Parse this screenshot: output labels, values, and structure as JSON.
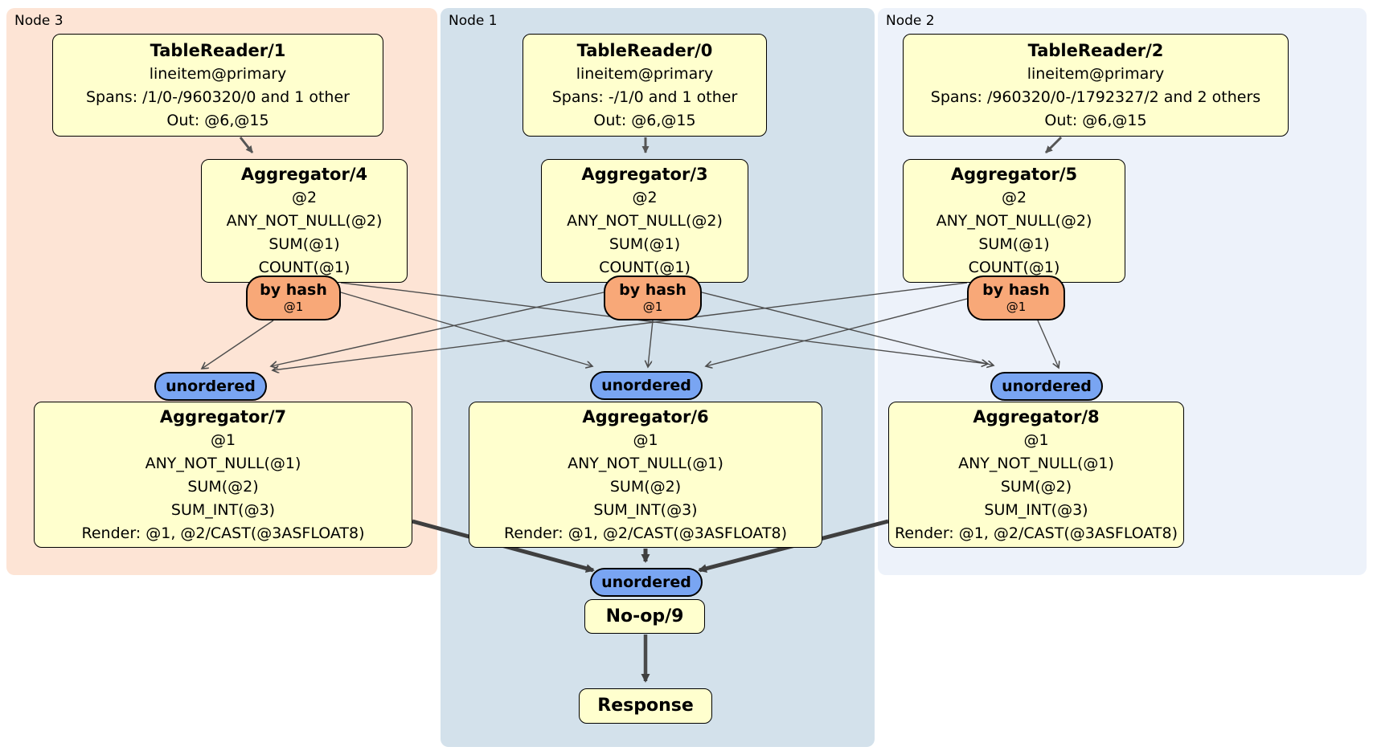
{
  "diagram": {
    "regions": [
      {
        "id": "node3",
        "label": "Node 3"
      },
      {
        "id": "node1",
        "label": "Node 1"
      },
      {
        "id": "node2",
        "label": "Node 2"
      }
    ],
    "processors": {
      "tablereader1": {
        "title": "TableReader/1",
        "lines": [
          "lineitem@primary",
          "Spans: /1/0-/960320/0 and 1 other",
          "Out: @6,@15"
        ]
      },
      "tablereader0": {
        "title": "TableReader/0",
        "lines": [
          "lineitem@primary",
          "Spans: -/1/0 and 1 other",
          "Out: @6,@15"
        ]
      },
      "tablereader2": {
        "title": "TableReader/2",
        "lines": [
          "lineitem@primary",
          "Spans: /960320/0-/1792327/2 and 2 others",
          "Out: @6,@15"
        ]
      },
      "aggregator4": {
        "title": "Aggregator/4",
        "lines": [
          "@2",
          "ANY_NOT_NULL(@2)",
          "SUM(@1)",
          "COUNT(@1)"
        ]
      },
      "aggregator3": {
        "title": "Aggregator/3",
        "lines": [
          "@2",
          "ANY_NOT_NULL(@2)",
          "SUM(@1)",
          "COUNT(@1)"
        ]
      },
      "aggregator5": {
        "title": "Aggregator/5",
        "lines": [
          "@2",
          "ANY_NOT_NULL(@2)",
          "SUM(@1)",
          "COUNT(@1)"
        ]
      },
      "aggregator7": {
        "title": "Aggregator/7",
        "lines": [
          "@1",
          "ANY_NOT_NULL(@1)",
          "SUM(@2)",
          "SUM_INT(@3)",
          "Render: @1, @2/CAST(@3ASFLOAT8)"
        ]
      },
      "aggregator6": {
        "title": "Aggregator/6",
        "lines": [
          "@1",
          "ANY_NOT_NULL(@1)",
          "SUM(@2)",
          "SUM_INT(@3)",
          "Render: @1, @2/CAST(@3ASFLOAT8)"
        ]
      },
      "aggregator8": {
        "title": "Aggregator/8",
        "lines": [
          "@1",
          "ANY_NOT_NULL(@1)",
          "SUM(@2)",
          "SUM_INT(@3)",
          "Render: @1, @2/CAST(@3ASFLOAT8)"
        ]
      },
      "noop9": {
        "title": "No-op/9"
      },
      "response": {
        "title": "Response"
      }
    },
    "routers": {
      "byhash3": {
        "title": "by hash",
        "sub": "@1"
      },
      "byhash1": {
        "title": "by hash",
        "sub": "@1"
      },
      "byhash2": {
        "title": "by hash",
        "sub": "@1"
      }
    },
    "syncs": {
      "left": {
        "label": "unordered"
      },
      "center": {
        "label": "unordered"
      },
      "right": {
        "label": "unordered"
      },
      "final": {
        "label": "unordered"
      }
    },
    "edges": [
      {
        "from": "tablereader1",
        "to": "aggregator4"
      },
      {
        "from": "tablereader0",
        "to": "aggregator3"
      },
      {
        "from": "tablereader2",
        "to": "aggregator5"
      },
      {
        "from": "byhash3",
        "to": "unordered-left"
      },
      {
        "from": "byhash3",
        "to": "unordered-center"
      },
      {
        "from": "byhash3",
        "to": "unordered-right"
      },
      {
        "from": "byhash1",
        "to": "unordered-left"
      },
      {
        "from": "byhash1",
        "to": "unordered-center"
      },
      {
        "from": "byhash1",
        "to": "unordered-right"
      },
      {
        "from": "byhash2",
        "to": "unordered-left"
      },
      {
        "from": "byhash2",
        "to": "unordered-center"
      },
      {
        "from": "byhash2",
        "to": "unordered-right"
      },
      {
        "from": "aggregator7",
        "to": "unordered-final"
      },
      {
        "from": "aggregator6",
        "to": "unordered-final"
      },
      {
        "from": "aggregator8",
        "to": "unordered-final"
      },
      {
        "from": "noop9",
        "to": "response"
      }
    ],
    "colors": {
      "region_node3": "#fde4d5",
      "region_node1": "#d3e1eb",
      "region_node2": "#edf2fa",
      "processor_fill": "#ffffce",
      "router_fill": "#f8a878",
      "sync_fill": "#79a5f2",
      "edge_thin": "#4d4d4d",
      "edge_thick": "#3f3f3f"
    }
  }
}
